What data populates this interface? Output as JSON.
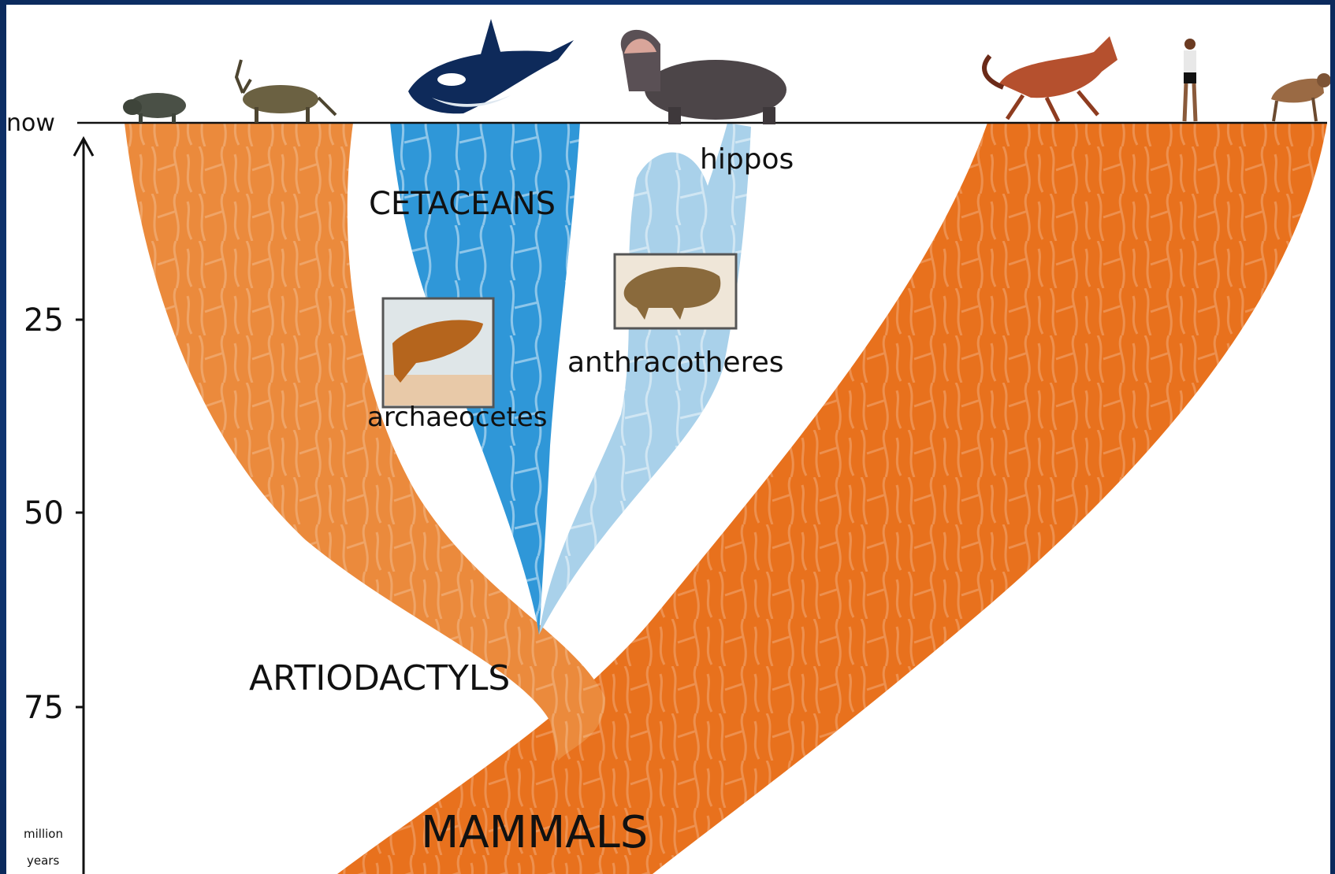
{
  "axis": {
    "ticks": [
      "now",
      "25",
      "50",
      "75"
    ],
    "unit_line1": "million",
    "unit_line2": "years"
  },
  "labels": {
    "cetaceans": "CETACEANS",
    "hippos": "hippos",
    "anthracotheres": "anthracotheres",
    "archaeocetes": "archaeocetes",
    "artiodactyls": "ARTIODACTYLS",
    "mammals": "MAMMALS"
  },
  "colors": {
    "background": "#123a7a",
    "mammals_orange": "#e8711d",
    "artiodactyl_orange": "#eb8a3c",
    "cetacean_blue": "#2f97d8",
    "hippo_blue": "#a9d1ea"
  },
  "animals": [
    "pig-icon",
    "antelope-icon",
    "orca-icon",
    "hippo-icon",
    "horse-icon",
    "human-icon",
    "hyena-icon"
  ],
  "fossil_images": [
    "archaeocete-image",
    "anthracothere-image"
  ]
}
